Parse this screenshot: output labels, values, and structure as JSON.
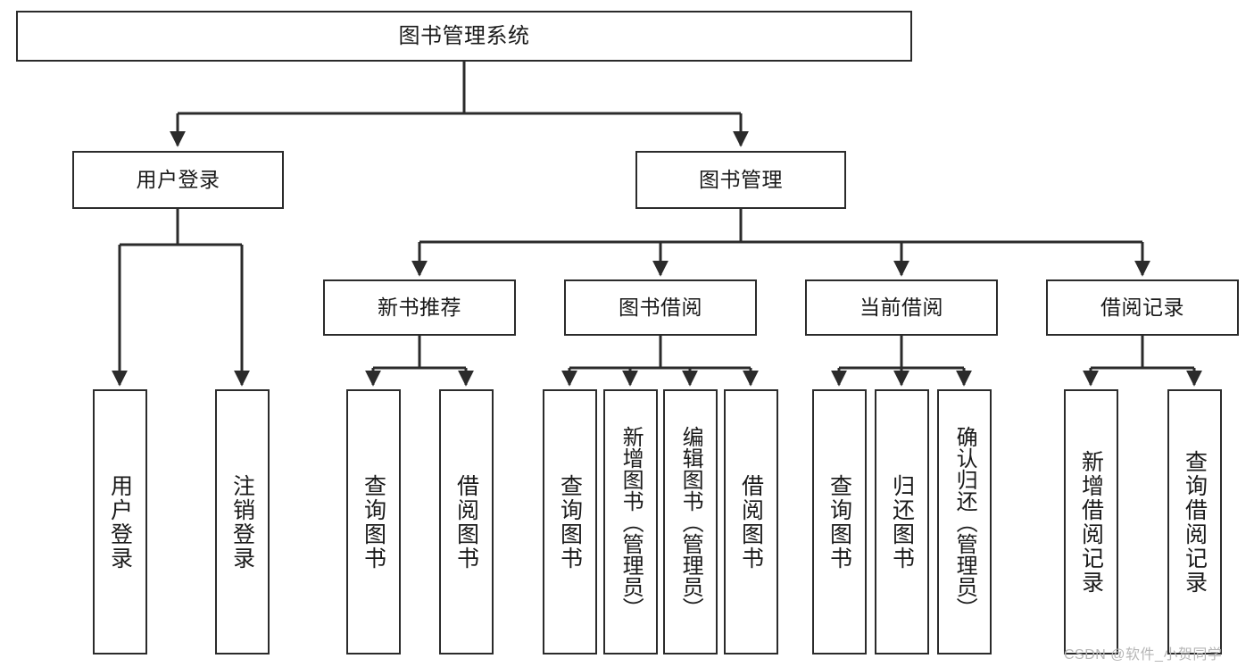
{
  "diagram": {
    "type": "hierarchy-tree",
    "title": "图书管理系统",
    "root": {
      "id": "root",
      "label": "图书管理系统"
    },
    "level2": [
      {
        "id": "user-login",
        "label": "用户登录"
      },
      {
        "id": "book-management",
        "label": "图书管理"
      }
    ],
    "level3": [
      {
        "id": "new-book-recommend",
        "label": "新书推荐",
        "parent": "book-management"
      },
      {
        "id": "book-borrow",
        "label": "图书借阅",
        "parent": "book-management"
      },
      {
        "id": "current-borrow",
        "label": "当前借阅",
        "parent": "book-management"
      },
      {
        "id": "borrow-record",
        "label": "借阅记录",
        "parent": "book-management"
      }
    ],
    "leaves": [
      {
        "id": "leaf-user-login",
        "label": "用户登录",
        "parent": "user-login"
      },
      {
        "id": "leaf-logout-login",
        "label": "注销登录",
        "parent": "user-login"
      },
      {
        "id": "leaf-query-book-1",
        "label": "查询图书",
        "parent": "new-book-recommend"
      },
      {
        "id": "leaf-borrow-book-1",
        "label": "借阅图书",
        "parent": "new-book-recommend"
      },
      {
        "id": "leaf-query-book-2",
        "label": "查询图书",
        "parent": "book-borrow"
      },
      {
        "id": "leaf-add-book",
        "label": "新增图书（管理员）",
        "parent": "book-borrow"
      },
      {
        "id": "leaf-edit-book",
        "label": "编辑图书（管理员）",
        "parent": "book-borrow"
      },
      {
        "id": "leaf-borrow-book-2",
        "label": "借阅图书",
        "parent": "book-borrow"
      },
      {
        "id": "leaf-query-book-3",
        "label": "查询图书",
        "parent": "current-borrow"
      },
      {
        "id": "leaf-return-book",
        "label": "归还图书",
        "parent": "current-borrow"
      },
      {
        "id": "leaf-confirm-return",
        "label": "确认归还（管理员）",
        "parent": "current-borrow"
      },
      {
        "id": "leaf-add-record",
        "label": "新增借阅记录",
        "parent": "borrow-record"
      },
      {
        "id": "leaf-query-record",
        "label": "查询借阅记录",
        "parent": "borrow-record"
      }
    ],
    "watermark": "CSDN @软件_小贺同学",
    "colors": {
      "stroke": "#2b2b2b",
      "background": "#ffffff",
      "text": "#1a1a1a",
      "watermark": "#b6b6b6"
    }
  }
}
